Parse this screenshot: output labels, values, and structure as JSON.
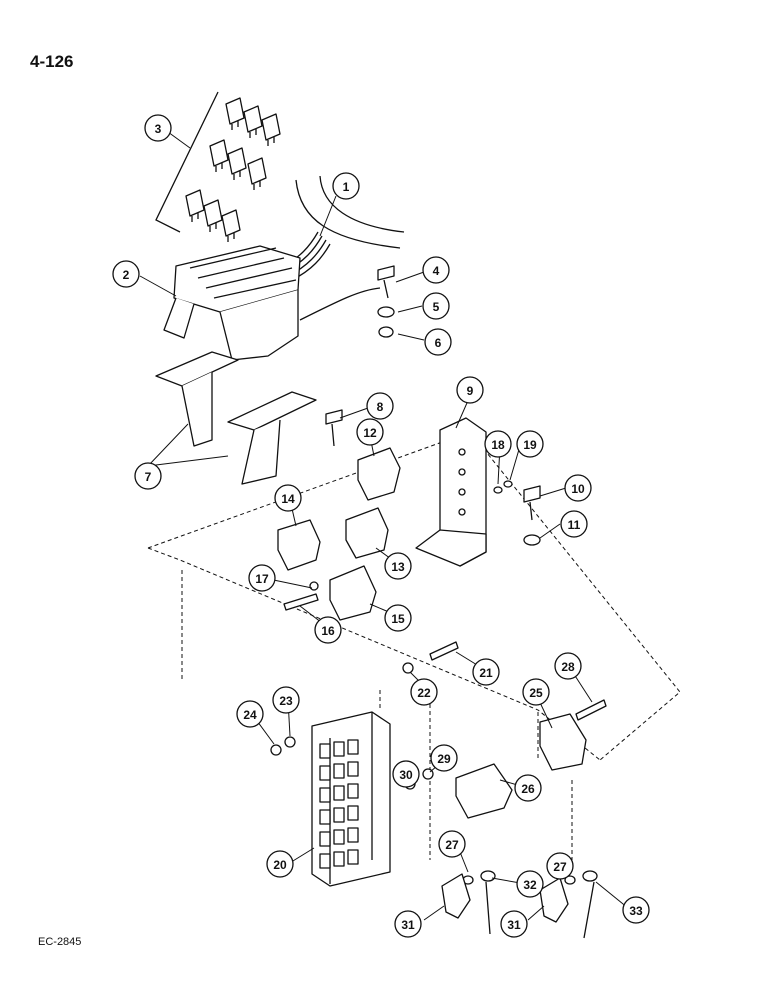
{
  "page": {
    "number": "4-126",
    "doc_code": "EC-2845"
  },
  "callouts": [
    {
      "id": "1",
      "label": "1"
    },
    {
      "id": "2",
      "label": "2"
    },
    {
      "id": "3",
      "label": "3"
    },
    {
      "id": "4",
      "label": "4"
    },
    {
      "id": "5",
      "label": "5"
    },
    {
      "id": "6",
      "label": "6"
    },
    {
      "id": "7a",
      "label": "7"
    },
    {
      "id": "8",
      "label": "8"
    },
    {
      "id": "9",
      "label": "9"
    },
    {
      "id": "10",
      "label": "10"
    },
    {
      "id": "11",
      "label": "11"
    },
    {
      "id": "12",
      "label": "12"
    },
    {
      "id": "13",
      "label": "13"
    },
    {
      "id": "14",
      "label": "14"
    },
    {
      "id": "15",
      "label": "15"
    },
    {
      "id": "16",
      "label": "16"
    },
    {
      "id": "17",
      "label": "17"
    },
    {
      "id": "18",
      "label": "18"
    },
    {
      "id": "19",
      "label": "19"
    },
    {
      "id": "20",
      "label": "20"
    },
    {
      "id": "21",
      "label": "21"
    },
    {
      "id": "22",
      "label": "22"
    },
    {
      "id": "23",
      "label": "23"
    },
    {
      "id": "24",
      "label": "24"
    },
    {
      "id": "25",
      "label": "25"
    },
    {
      "id": "26",
      "label": "26"
    },
    {
      "id": "27a",
      "label": "27"
    },
    {
      "id": "27b",
      "label": "27"
    },
    {
      "id": "28",
      "label": "28"
    },
    {
      "id": "29",
      "label": "29"
    },
    {
      "id": "30",
      "label": "30"
    },
    {
      "id": "31a",
      "label": "31"
    },
    {
      "id": "31b",
      "label": "31"
    },
    {
      "id": "32",
      "label": "32"
    },
    {
      "id": "33",
      "label": "33"
    }
  ]
}
